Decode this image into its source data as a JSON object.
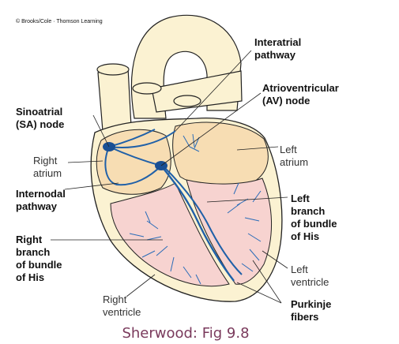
{
  "copyright": "© Brooks/Cole · Thomson Learning",
  "labels": {
    "interatrial": [
      "Interatrial",
      "pathway"
    ],
    "av_node": [
      "Atrioventricular",
      "(AV) node"
    ],
    "sa_node": [
      "Sinoatrial",
      "(SA) node"
    ],
    "right_atrium": [
      "Right",
      "atrium"
    ],
    "left_atrium": [
      "Left",
      "atrium"
    ],
    "internodal": [
      "Internodal",
      "pathway"
    ],
    "left_branch": [
      "Left",
      "branch",
      "of bundle",
      "of His"
    ],
    "right_branch": [
      "Right",
      "branch",
      "of bundle",
      "of His"
    ],
    "left_ventricle": [
      "Left",
      "ventricle"
    ],
    "right_ventricle": [
      "Right",
      "ventricle"
    ],
    "purkinje": [
      "Purkinje",
      "fibers"
    ]
  },
  "caption": "Sherwood: Fig 9.8",
  "colors": {
    "heart_fill": "#fbf2d2",
    "atrium_fill": "#f7ddb3",
    "ventricle_fill": "#f7d3d0",
    "conduction": "#2060a8",
    "node": "#1a4f94",
    "outline": "#222222",
    "caption": "#7a3a5c"
  }
}
